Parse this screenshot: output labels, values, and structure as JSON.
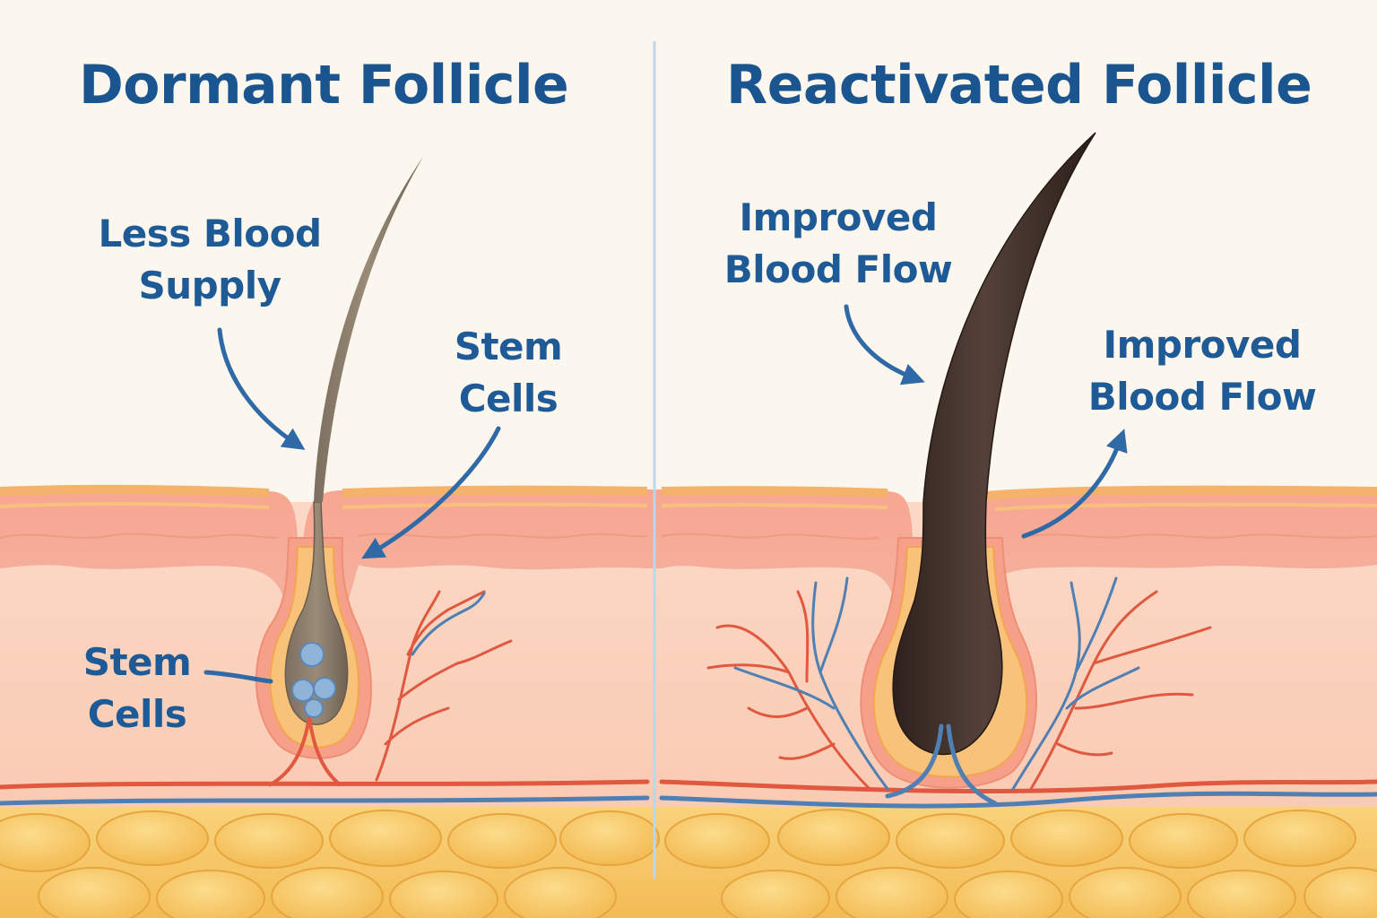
{
  "left_panel": {
    "title": "Dormant Follicle",
    "label_blood": [
      "Less Blood",
      "Supply"
    ],
    "label_stem_upper": [
      "Stem",
      "Cells"
    ],
    "label_stem_lower": [
      "Stem",
      "Cells"
    ]
  },
  "right_panel": {
    "title": "Reactivated Follicle",
    "label_flow_left": [
      "Improved",
      "Blood Flow"
    ],
    "label_flow_right": [
      "Improved",
      "Blood Flow"
    ]
  },
  "colors": {
    "background": "#fbf6ee",
    "title": "#1a5590",
    "label": "#1d5a96",
    "artery": "#e0583f",
    "vein": "#4f7fb3",
    "fat": "#f5c463",
    "dormant_hair": "#8a7a68",
    "active_hair": "#3b2a22"
  }
}
